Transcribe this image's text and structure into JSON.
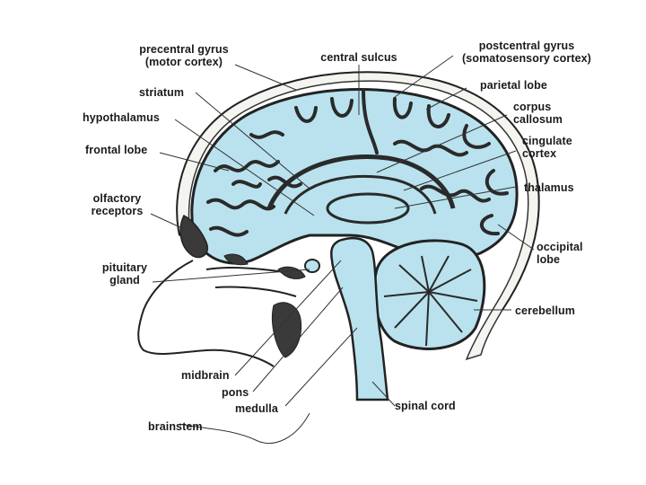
{
  "colors": {
    "brain_fill": "#b9e2ee",
    "outline": "#222222",
    "dark_tissue": "#3a3a3a",
    "skull_fill": "#f4f4f0",
    "background": "#ffffff"
  },
  "labels": {
    "precentral_gyrus": "precentral gyrus\n(motor cortex)",
    "central_sulcus": "central sulcus",
    "postcentral_gyrus": "postcentral gyrus\n(somatosensory cortex)",
    "striatum": "striatum",
    "parietal_lobe": "parietal lobe",
    "hypothalamus": "hypothalamus",
    "corpus_callosum": "corpus\ncallosum",
    "frontal_lobe": "frontal lobe",
    "cingulate_cortex": "cingulate\ncortex",
    "thalamus": "thalamus",
    "olfactory_receptors": "olfactory\nreceptors",
    "occipital_lobe": "occipital\nlobe",
    "pituitary_gland": "pituitary\ngland",
    "cerebellum": "cerebellum",
    "midbrain": "midbrain",
    "pons": "pons",
    "medulla": "medulla",
    "spinal_cord": "spinal cord",
    "brainstem": "brainstem"
  }
}
